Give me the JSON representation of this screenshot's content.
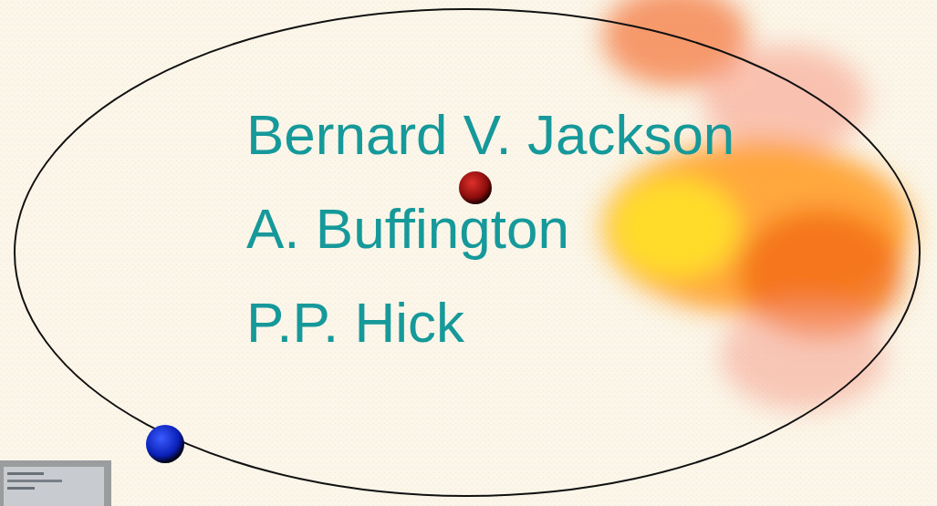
{
  "diagram": {
    "labels": [
      "Bernard V. Jackson",
      "A. Buffington",
      "P.P. Hick"
    ]
  }
}
